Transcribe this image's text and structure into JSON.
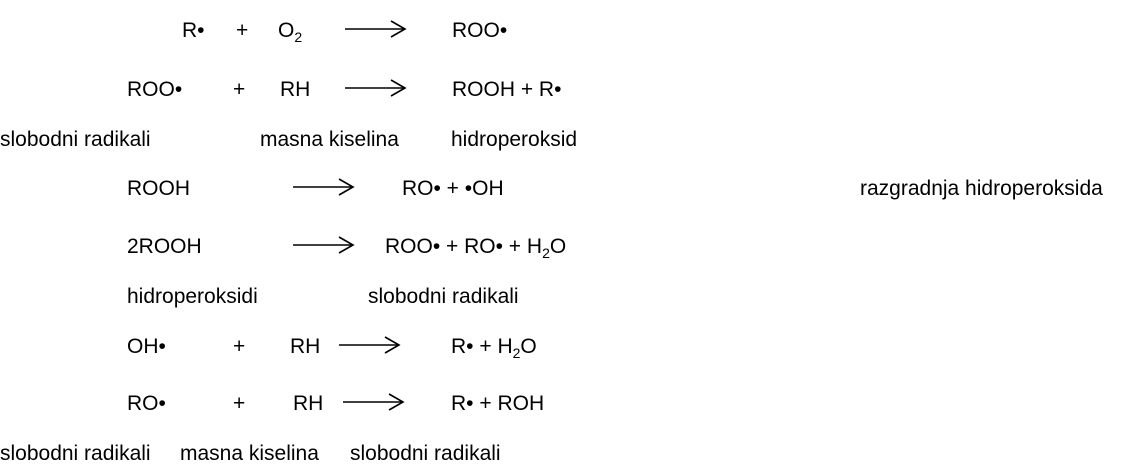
{
  "reactions": [
    {
      "reactant1": "R•",
      "plus": "+",
      "reactant2_main": "O",
      "reactant2_sub": "2",
      "product": "ROO•"
    },
    {
      "reactant1": "ROO•",
      "plus": "+",
      "reactant2": "RH",
      "product": "ROOH + R•"
    },
    {
      "reactant1": "ROOH",
      "product": "RO• + •OH",
      "note": "razgradnja hidroperoksida"
    },
    {
      "reactant1": "2ROOH",
      "product_prefix": "ROO• + RO• + H",
      "product_sub": "2",
      "product_suffix": "O"
    },
    {
      "reactant1": "OH•",
      "plus": "+",
      "reactant2": "RH",
      "product_prefix": "R• + H",
      "product_sub": "2",
      "product_suffix": "O"
    },
    {
      "reactant1": "RO•",
      "plus": "+",
      "reactant2": "RH",
      "product": "R• + ROH"
    }
  ],
  "labels_row1": [
    "slobodni radikali",
    "masna kiselina",
    "hidroperoksid"
  ],
  "labels_row2": [
    "hidroperoksidi",
    "slobodni radikali"
  ],
  "labels_row3": [
    "slobodni radikali",
    "masna kiselina",
    "slobodni radikali"
  ],
  "colors": {
    "text": "#000000",
    "background": "#ffffff"
  }
}
